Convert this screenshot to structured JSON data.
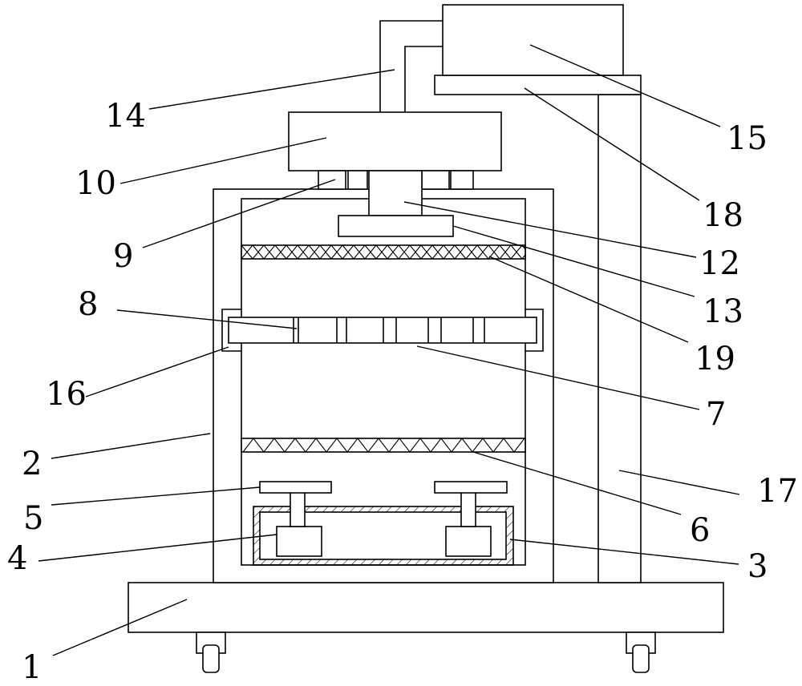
{
  "diagram": {
    "labels": {
      "l1": "1",
      "l2": "2",
      "l3": "3",
      "l4": "4",
      "l5": "5",
      "l6": "6",
      "l7": "7",
      "l8": "8",
      "l9": "9",
      "l10": "10",
      "l12": "12",
      "l13": "13",
      "l14": "14",
      "l15": "15",
      "l16": "16",
      "l17": "17",
      "l18": "18",
      "l19": "19"
    }
  }
}
